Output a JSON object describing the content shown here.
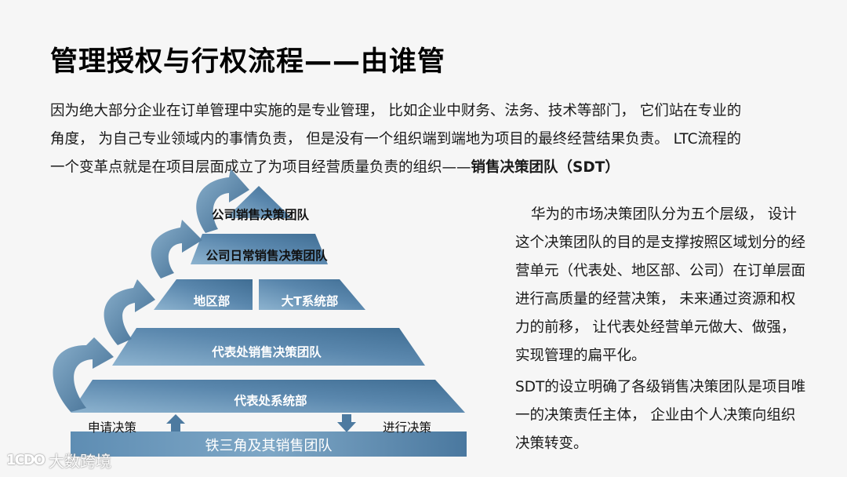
{
  "title": "管理授权与行权流程——由谁管",
  "intro": {
    "line1": "因为绝大部分企业在订单管理中实施的是专业管理， 比如企业中财务、法务、技术等部门， 它们站在专业的",
    "line2": "角度， 为自己专业领域内的事情负责， 但是没有一个组织端到端地为项目的最终经营结果负责。 LTC流程的",
    "line3_prefix": "一个变革点就是在项目层面成立了为项目经营质量负责的组织——",
    "line3_bold": "销售决策团队（SDT）"
  },
  "pyramid": {
    "levels": [
      {
        "label": "公司销售决策团队"
      },
      {
        "label": "公司日常销售决策团队"
      },
      {
        "label_left": "地区部",
        "label_right": "大T系统部"
      },
      {
        "label": "代表处销售决策团队"
      },
      {
        "label": "代表处系统部"
      }
    ],
    "base": "铁三角及其销售团队",
    "left_action": "申请决策",
    "right_action": "进行决策",
    "colors": {
      "layer_dark": "#3f6d93",
      "layer_light": "#8db3cf",
      "arrow": "#4d7aa0"
    }
  },
  "right_text": {
    "p1": "华为的市场决策团队分为五个层级， 设计这个决策团队的目的是支撑按照区域划分的经营单元（代表处、地区部、公司）在订单层面进行高质量的经营决策， 未来通过资源和权力的前移， 让代表处经营单元做大、做强， 实现管理的扁平化。",
    "p2": "SDT的设立明确了各级销售决策团队是项目唯一的决策责任主体， 企业由个人决策向组织决策转变。"
  },
  "watermark": {
    "logo": "1CDO",
    "text": "大数跨境"
  }
}
